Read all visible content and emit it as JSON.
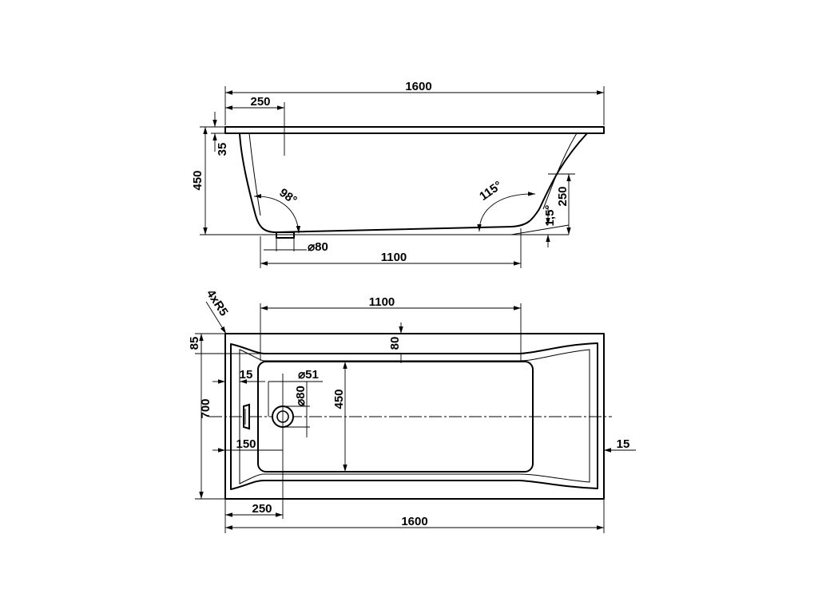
{
  "side_view": {
    "overall_length": "1600",
    "rim_offset": "250",
    "height": "450",
    "rim_thickness": "35",
    "angle_drain_end": "98°",
    "angle_back_end": "115°",
    "back_height": "250",
    "slope": "1,5°",
    "drain_diameter": "⌀80",
    "floor_length": "1100"
  },
  "top_view": {
    "corner_radius": "4xR5",
    "inner_length": "1100",
    "rim_depth": "80",
    "ledge_width": "85",
    "overflow_offset": "15",
    "overflow_diameter": "⌀51",
    "drain_diameter": "⌀80",
    "inner_width": "450",
    "overall_width": "700",
    "drain_offset": "150",
    "right_rim": "15",
    "drain_position": "250",
    "overall_length": "1600"
  }
}
